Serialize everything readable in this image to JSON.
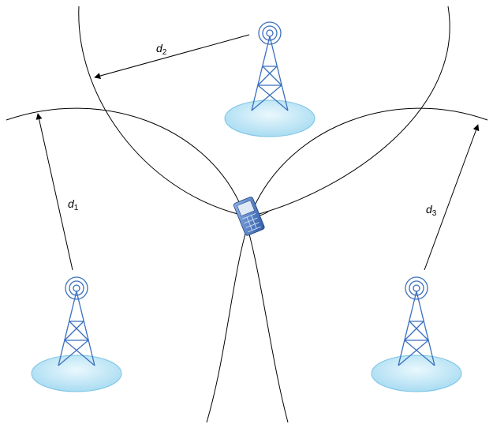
{
  "figure": {
    "labels": [
      {
        "id": "d1",
        "base": "d",
        "sub": "1"
      },
      {
        "id": "d2",
        "base": "d",
        "sub": "2"
      },
      {
        "id": "d3",
        "base": "d",
        "sub": "3"
      }
    ]
  },
  "colors": {
    "line": "#000000",
    "tower": "#3a6fbf",
    "base_fill": "#c9ecf8",
    "base_stroke": "#7cc4e4",
    "phone_body": "#3f6fbf",
    "phone_screen": "#dfe9f7"
  },
  "elements": {
    "towers": [
      "tower-left",
      "tower-top",
      "tower-right"
    ],
    "device": "mobile-phone",
    "arcs": [
      "range-arc-1",
      "range-arc-2",
      "range-arc-3"
    ]
  }
}
